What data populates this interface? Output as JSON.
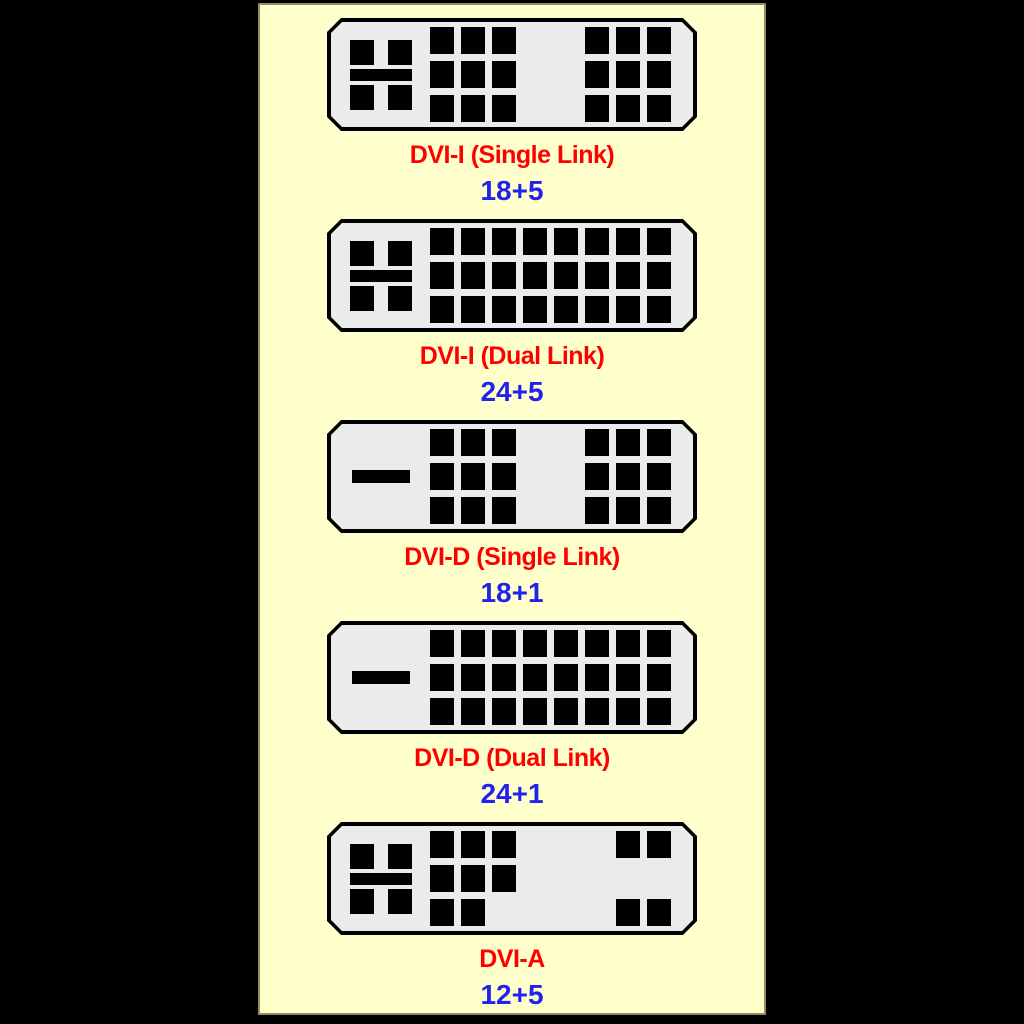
{
  "panel": {
    "background": "#FFFFCC",
    "edge": "#8F8F60"
  },
  "colors": {
    "label_red": "#FF0000",
    "count_blue": "#2222EE",
    "connector_body": "#EBEBEB",
    "pin_black": "#000000"
  },
  "connectors": [
    {
      "label": "DVI-I (Single Link)",
      "pin_count": "18+5",
      "analog": "cross",
      "grid": [
        "XXX..XXX",
        "XXX..XXX",
        "XXX..XXX"
      ]
    },
    {
      "label": "DVI-I (Dual Link)",
      "pin_count": "24+5",
      "analog": "cross",
      "grid": [
        "XXXXXXXX",
        "XXXXXXXX",
        "XXXXXXXX"
      ]
    },
    {
      "label": "DVI-D (Single Link)",
      "pin_count": "18+1",
      "analog": "blade",
      "grid": [
        "XXX..XXX",
        "XXX..XXX",
        "XXX..XXX"
      ]
    },
    {
      "label": "DVI-D (Dual Link)",
      "pin_count": "24+1",
      "analog": "blade",
      "grid": [
        "XXXXXXXX",
        "XXXXXXXX",
        "XXXXXXXX"
      ]
    },
    {
      "label": "DVI-A",
      "pin_count": "12+5",
      "analog": "cross",
      "grid": [
        "XXX...XX",
        "XXX.....",
        "XX....XX"
      ]
    }
  ]
}
